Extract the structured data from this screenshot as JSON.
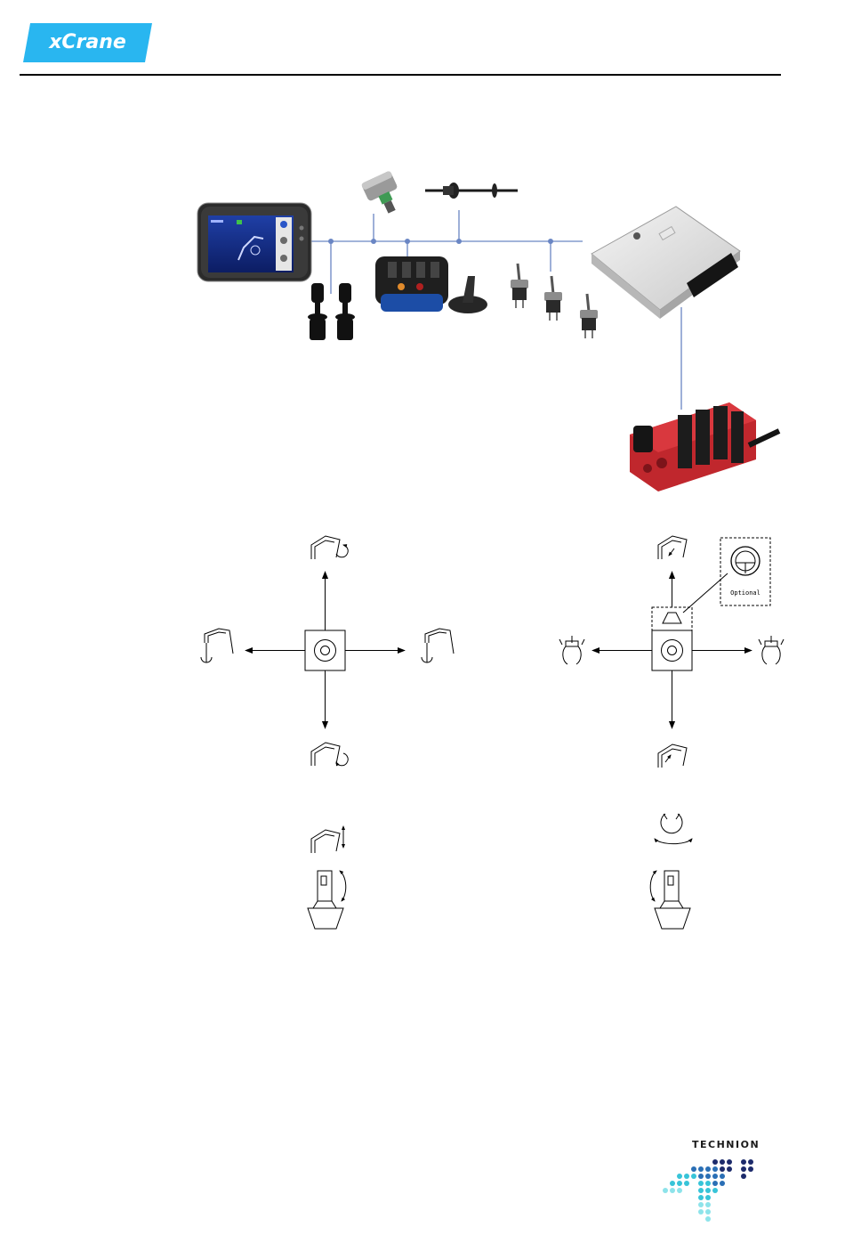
{
  "header": {
    "logo_text": "xCrane",
    "brand_color": "#29b6f0"
  },
  "system_diagram": {
    "components": [
      "display-terminal-icon",
      "joystick-icon",
      "pressure-sensor-icon",
      "angle-sensor-icon",
      "radio-remote-control-icon",
      "toggle-switch-icon",
      "control-unit-icon",
      "hydraulic-valve-block-icon"
    ],
    "bus_color": "#6a86c4"
  },
  "joystick_diagram": {
    "optional_label": "Optional"
  },
  "footer": {
    "technion_text": "TECHNION",
    "dot_colors": [
      "#1c2a6b",
      "#2a6fb5",
      "#37c4d8",
      "#8de3ea"
    ]
  }
}
